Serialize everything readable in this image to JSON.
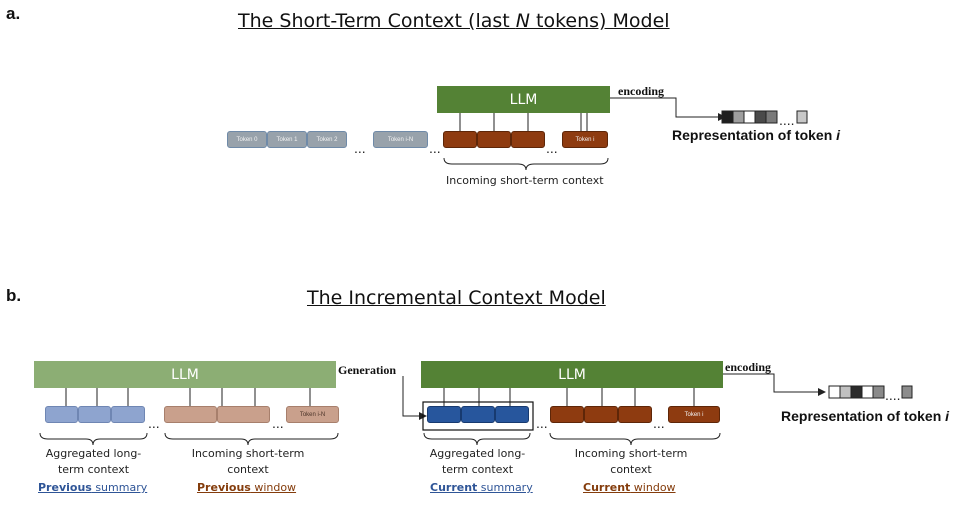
{
  "panel_a": {
    "letter": "a.",
    "title_pre": "The Short-Term Context (last ",
    "title_em": "N",
    "title_post": " tokens) Model",
    "llm_label": "LLM",
    "encoding_label": "encoding",
    "tokens": [
      "Token 0",
      "Token 1",
      "Token 2",
      "Token i-N",
      "Token i"
    ],
    "dots": [
      "...",
      "...",
      "..."
    ],
    "context_caption": "Incoming short-term context",
    "rep_label": "Representation of token ",
    "rep_em": "i",
    "rep_dots": "...."
  },
  "panel_b": {
    "letter": "b.",
    "title": "The Incremental Context Model",
    "llm_left": "LLM",
    "llm_right": "LLM",
    "generation_label": "Generation",
    "encoding_label": "encoding",
    "token_i_n": "Token i-N",
    "token_i": "Token i",
    "dots": [
      "...",
      "...",
      "...",
      "..."
    ],
    "agg_left_1": "Aggregated long-",
    "agg_left_2": "term context",
    "inc_left_1": "Incoming short-term",
    "inc_left_2": "context",
    "agg_right_1": "Aggregated long-",
    "agg_right_2": "term context",
    "inc_right_1": "Incoming short-term",
    "inc_right_2": "context",
    "prev_summary_bold": "Previous",
    "prev_summary_rest": " summary",
    "prev_window_bold": "Previous",
    "prev_window_rest": " window",
    "cur_summary_bold": "Current",
    "cur_summary_rest": " summary",
    "cur_window_bold": "Current",
    "cur_window_rest": " window",
    "rep_label": "Representation of token ",
    "rep_em": "i",
    "rep_dots": "...."
  },
  "colors": {
    "llm_green": "#548235",
    "llm_light_green": "#8cae74",
    "token_brown": "#8e3b10",
    "token_grey": "#98a2ab",
    "token_light_blue": "#8ea4cf",
    "token_light_brown": "#c9a08c",
    "token_dark_blue": "#27569d",
    "caption_blue": "#2f5597",
    "caption_brown": "#843c0c"
  }
}
